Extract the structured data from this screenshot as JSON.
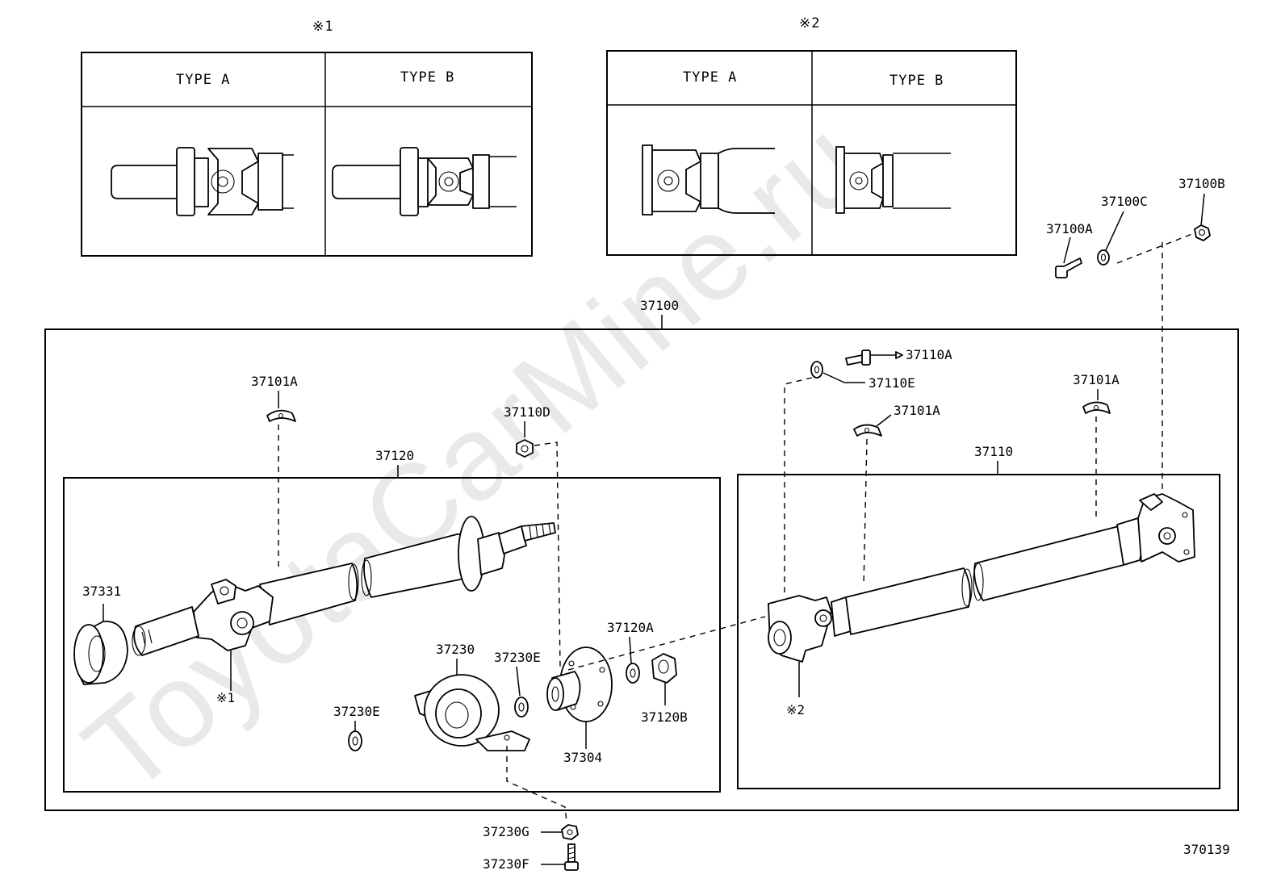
{
  "watermark": "ToyotaCarMine.ru",
  "diagram_id": "370139",
  "insets": [
    {
      "ref": "※1",
      "type_a_label": "TYPE  A",
      "type_b_label": "TYPE  B"
    },
    {
      "ref": "※2",
      "type_a_label": "TYPE  A",
      "type_b_label": "TYPE  B"
    }
  ],
  "assembly_label": "37100",
  "rear_section_label": "37120",
  "front_section_label": "37110",
  "callouts": {
    "p37100A": "37100A",
    "p37100B": "37100B",
    "p37100C": "37100C",
    "p37110A": "37110A",
    "p37110E": "37110E",
    "p37101A_left": "37101A",
    "p37101A_mid": "37101A",
    "p37101A_right": "37101A",
    "p37110D": "37110D",
    "p37331": "37331",
    "ref1": "※1",
    "ref2": "※2",
    "p37230": "37230",
    "p37230E_a": "37230E",
    "p37230E_b": "37230E",
    "p37120A": "37120A",
    "p37120B": "37120B",
    "p37304": "37304",
    "p37230G": "37230G",
    "p37230F": "37230F"
  }
}
